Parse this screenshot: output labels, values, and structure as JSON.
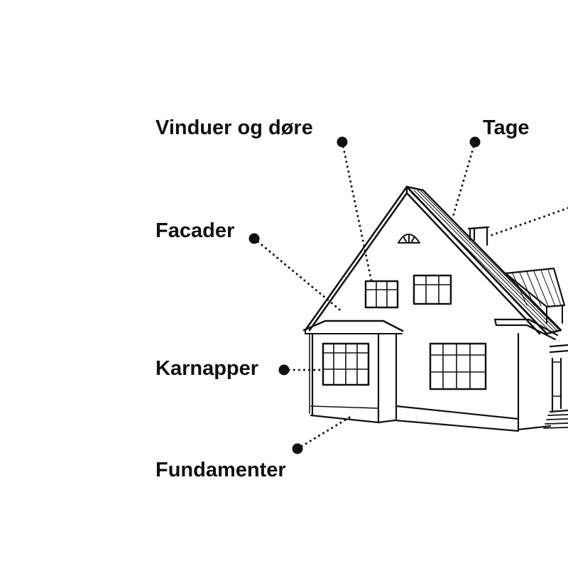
{
  "labels": {
    "windows_doors": "Vinduer og døre",
    "roofs": "Tage",
    "facades": "Facader",
    "bay_windows": "Karnapper",
    "foundations": "Fundamenter"
  },
  "colors": {
    "ink": "#111111",
    "background": "#ffffff"
  }
}
